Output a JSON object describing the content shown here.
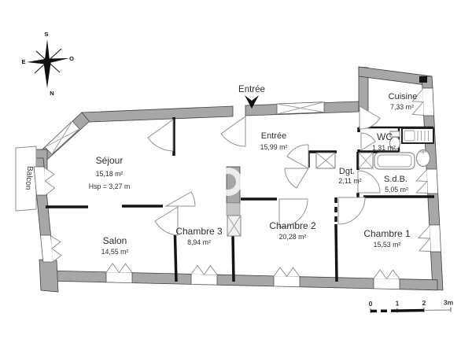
{
  "compass": {
    "north": "N",
    "south": "S",
    "east": "E",
    "west": "O"
  },
  "entrance_marker": {
    "label": "Entrée"
  },
  "rooms": {
    "sejour": {
      "name": "Séjour",
      "area": "15,18 m²",
      "ceiling": "Hsp = 3,27 m"
    },
    "salon": {
      "name": "Salon",
      "area": "14,55 m²"
    },
    "chambre3": {
      "name": "Chambre 3",
      "area": "8,94 m²"
    },
    "chambre2": {
      "name": "Chambre 2",
      "area": "20,28 m²"
    },
    "chambre1": {
      "name": "Chambre 1",
      "area": "15,53 m²"
    },
    "entree": {
      "name": "Entrée",
      "area": "15,99 m²"
    },
    "cuisine": {
      "name": "Cuisine",
      "area": "7,33 m²"
    },
    "wc": {
      "name": "WC",
      "area": "1,31 m²"
    },
    "dgt": {
      "name": "Dgt.",
      "area": "2,11 m²"
    },
    "sdb": {
      "name": "S.d.B.",
      "area": "5,05 m²"
    },
    "balcon": {
      "name": "Balcon"
    }
  },
  "scale_bar": {
    "labels": [
      "0",
      "1",
      "2",
      "3m"
    ]
  },
  "colors": {
    "wall_fill": "#a7a7a7",
    "wall_outline": "#3f3f3f",
    "partition": "#141414",
    "door_swing": "#919191",
    "text": "#2e2e2e"
  }
}
